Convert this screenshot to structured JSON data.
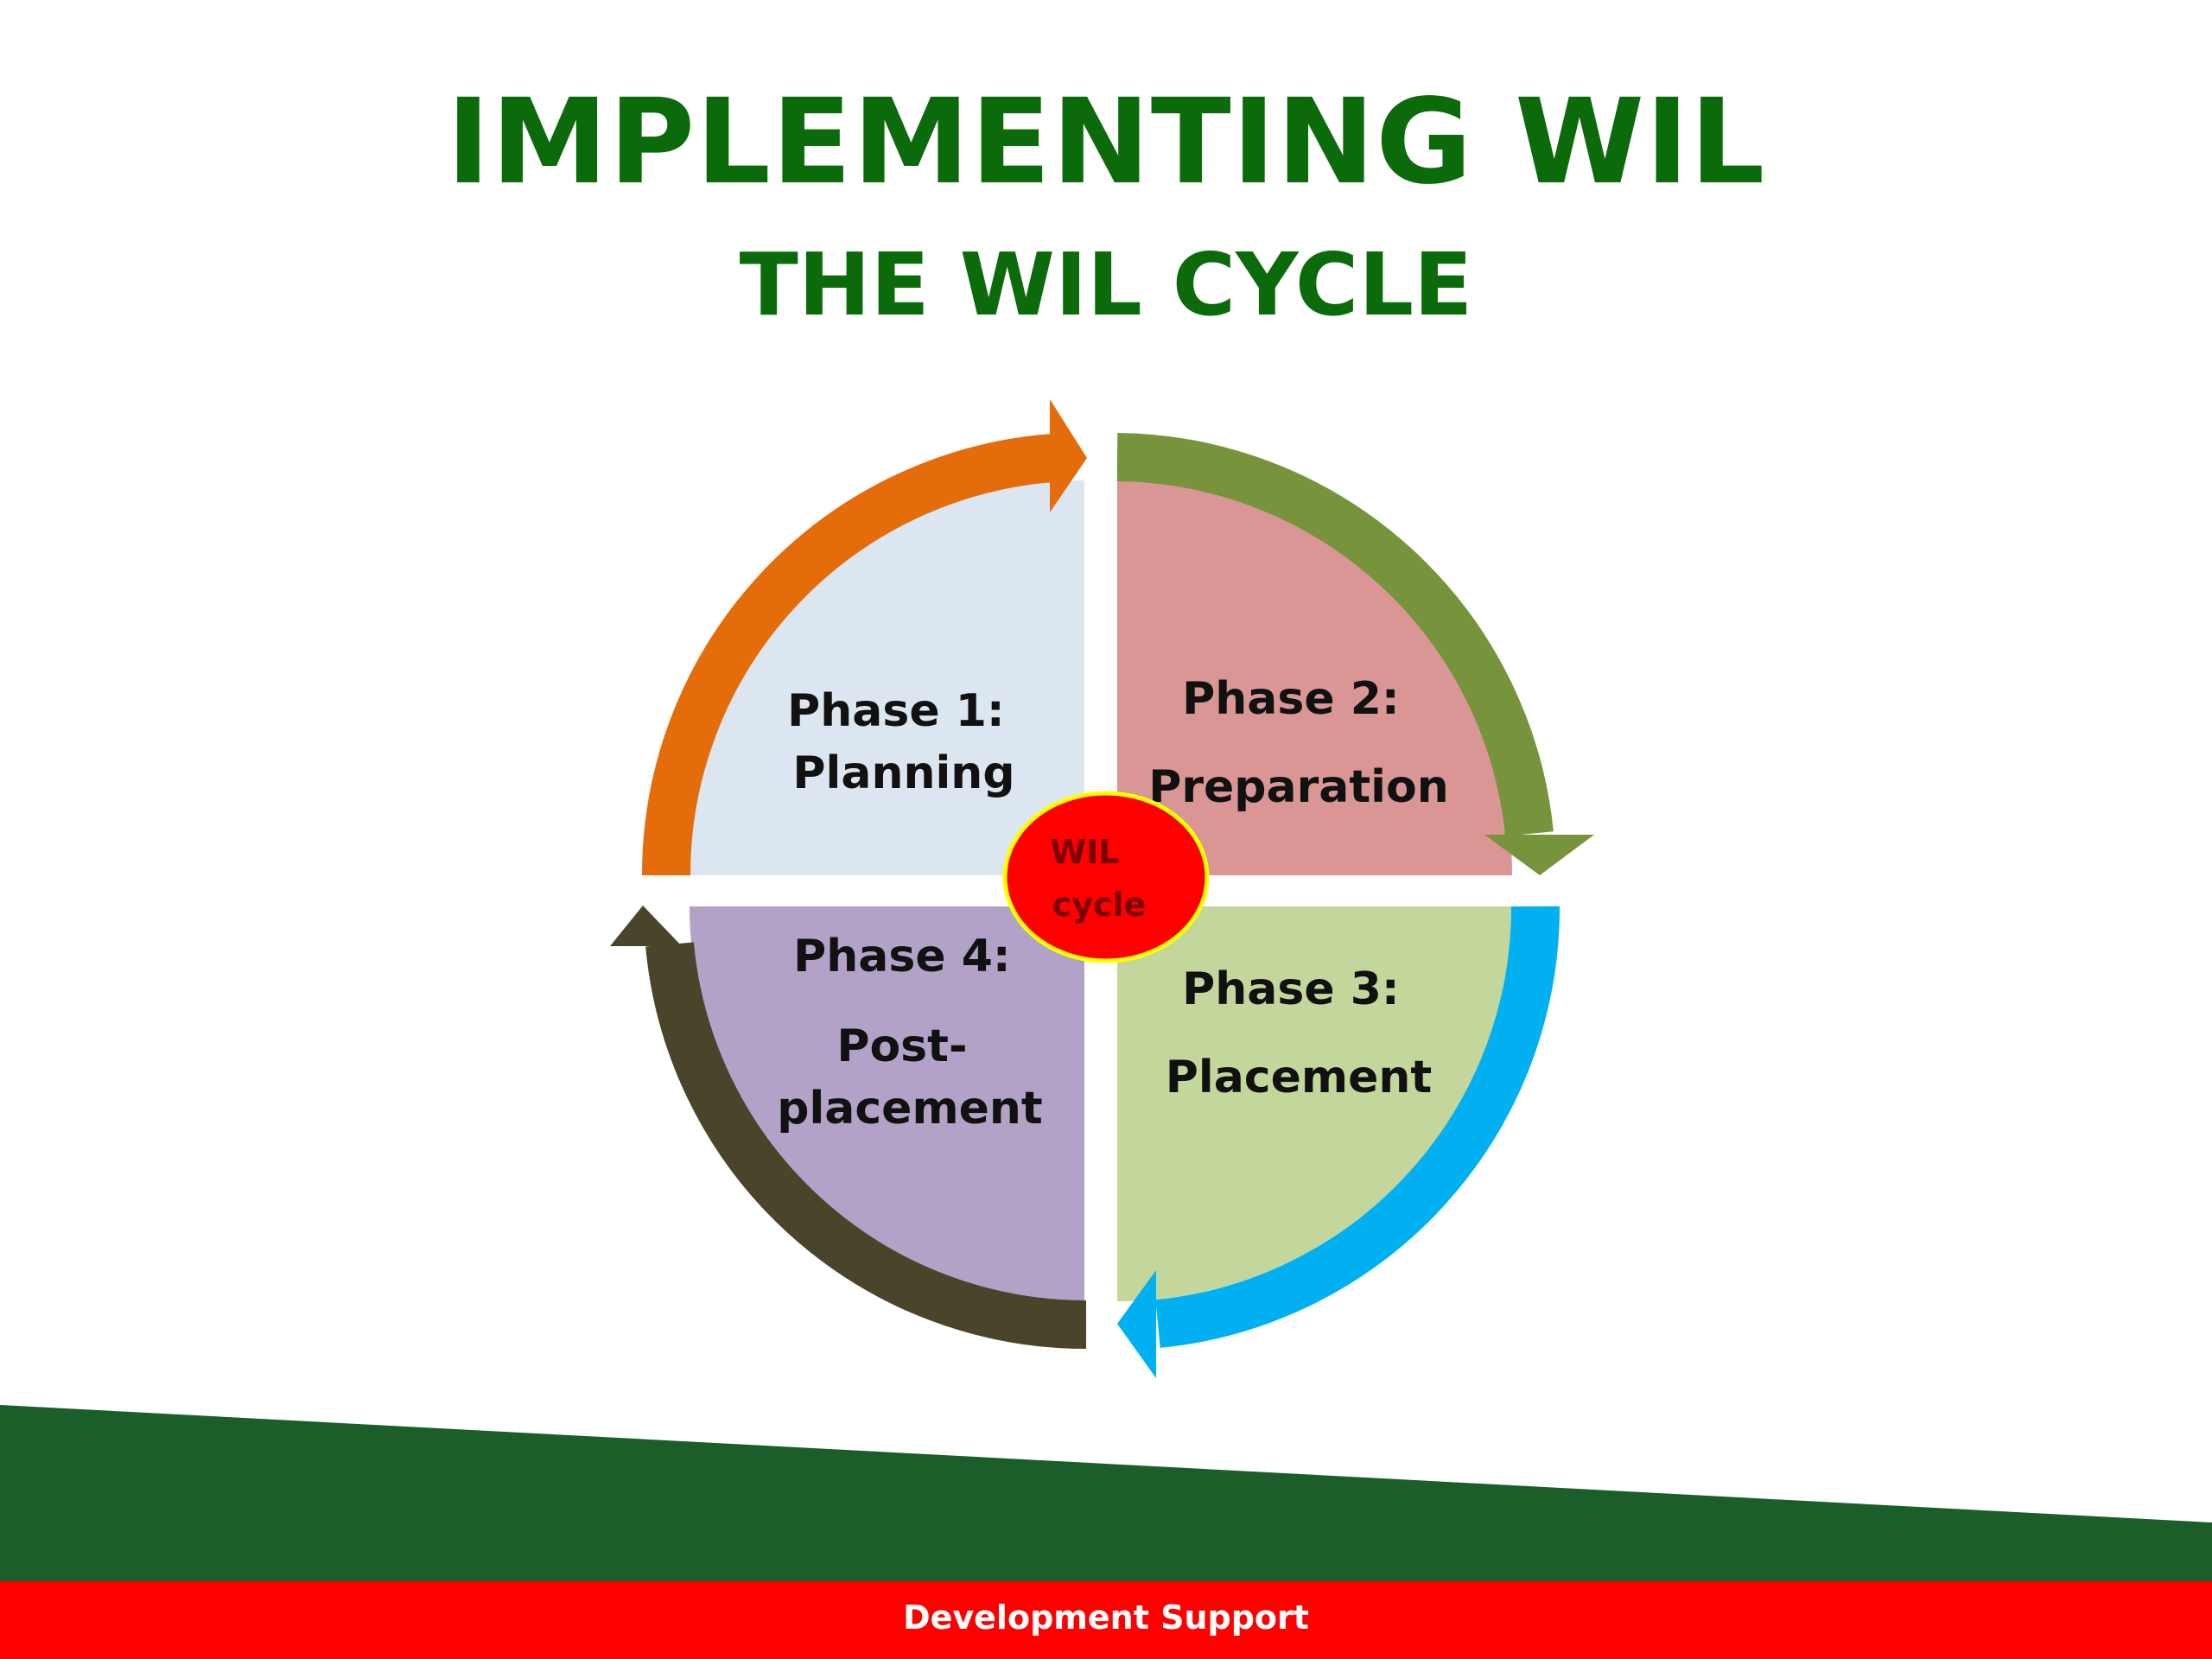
{
  "title": "IMPLEMENTING WIL",
  "subtitle": "THE WIL CYCLE",
  "center_label": [
    "WIL",
    "cycle"
  ],
  "phases": [
    {
      "lines": [
        "Phase 1:",
        "Planning"
      ]
    },
    {
      "lines": [
        "Phase 2:",
        "Preparation"
      ]
    },
    {
      "lines": [
        "Phase 3:",
        "Placement"
      ]
    },
    {
      "lines": [
        "Phase 4:",
        "Post-",
        "placement"
      ]
    }
  ],
  "footer": "Development Support",
  "colors": {
    "title": "#0b6b0b",
    "phase1_fill": "#dce6f0",
    "phase2_fill": "#d99694",
    "phase3_fill": "#c3d69b",
    "phase4_fill": "#b2a2c7",
    "arrow1": "#e46c0a",
    "arrow2": "#77933c",
    "arrow3": "#00b0f0",
    "arrow4": "#4a452a",
    "center_fill": "#ff0000",
    "center_stroke": "#ffff00",
    "center_text": "#7a0000",
    "footer_green": "#1b5e2a",
    "footer_red": "#ff0000",
    "footer_text": "#ffffff"
  }
}
